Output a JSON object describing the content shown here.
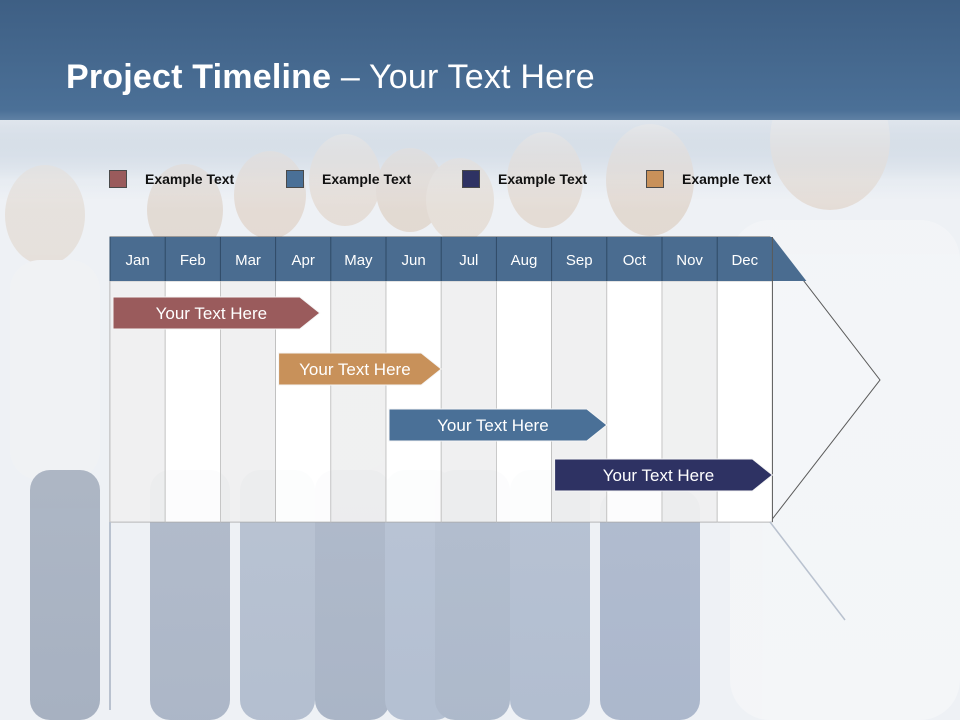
{
  "title": {
    "bold": "Project Timeline",
    "rest": " – Your Text Here"
  },
  "legend": [
    {
      "label": "Example Text",
      "color": "#9a5b5c"
    },
    {
      "label": "Example Text",
      "color": "#4a7097"
    },
    {
      "label": "Example Text",
      "color": "#2e3263"
    },
    {
      "label": "Example Text",
      "color": "#c8915a"
    }
  ],
  "timeline": {
    "months": [
      "Jan",
      "Feb",
      "Mar",
      "Apr",
      "May",
      "Jun",
      "Jul",
      "Aug",
      "Sep",
      "Oct",
      "Nov",
      "Dec"
    ],
    "tasks": [
      {
        "label": "Your  Text Here",
        "start": 0,
        "end": 3.8,
        "color": "#9a5b5c"
      },
      {
        "label": "Your  Text Here",
        "start": 3,
        "end": 6,
        "color": "#c8915a"
      },
      {
        "label": "Your  Text Here",
        "start": 5,
        "end": 9,
        "color": "#4a7097"
      },
      {
        "label": "Your  Text Here",
        "start": 8,
        "end": 12,
        "color": "#2e3263"
      }
    ],
    "header_color": "#4a6c90"
  }
}
